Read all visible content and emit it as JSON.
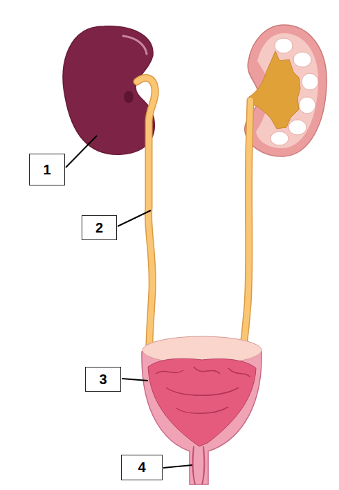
{
  "diagram": {
    "nodes": [
      {
        "text": [
          "1"
        ]
      },
      {
        "text": [
          "2"
        ]
      },
      {
        "text": [
          "3"
        ]
      },
      {
        "text": [
          "4"
        ]
      }
    ]
  }
}
